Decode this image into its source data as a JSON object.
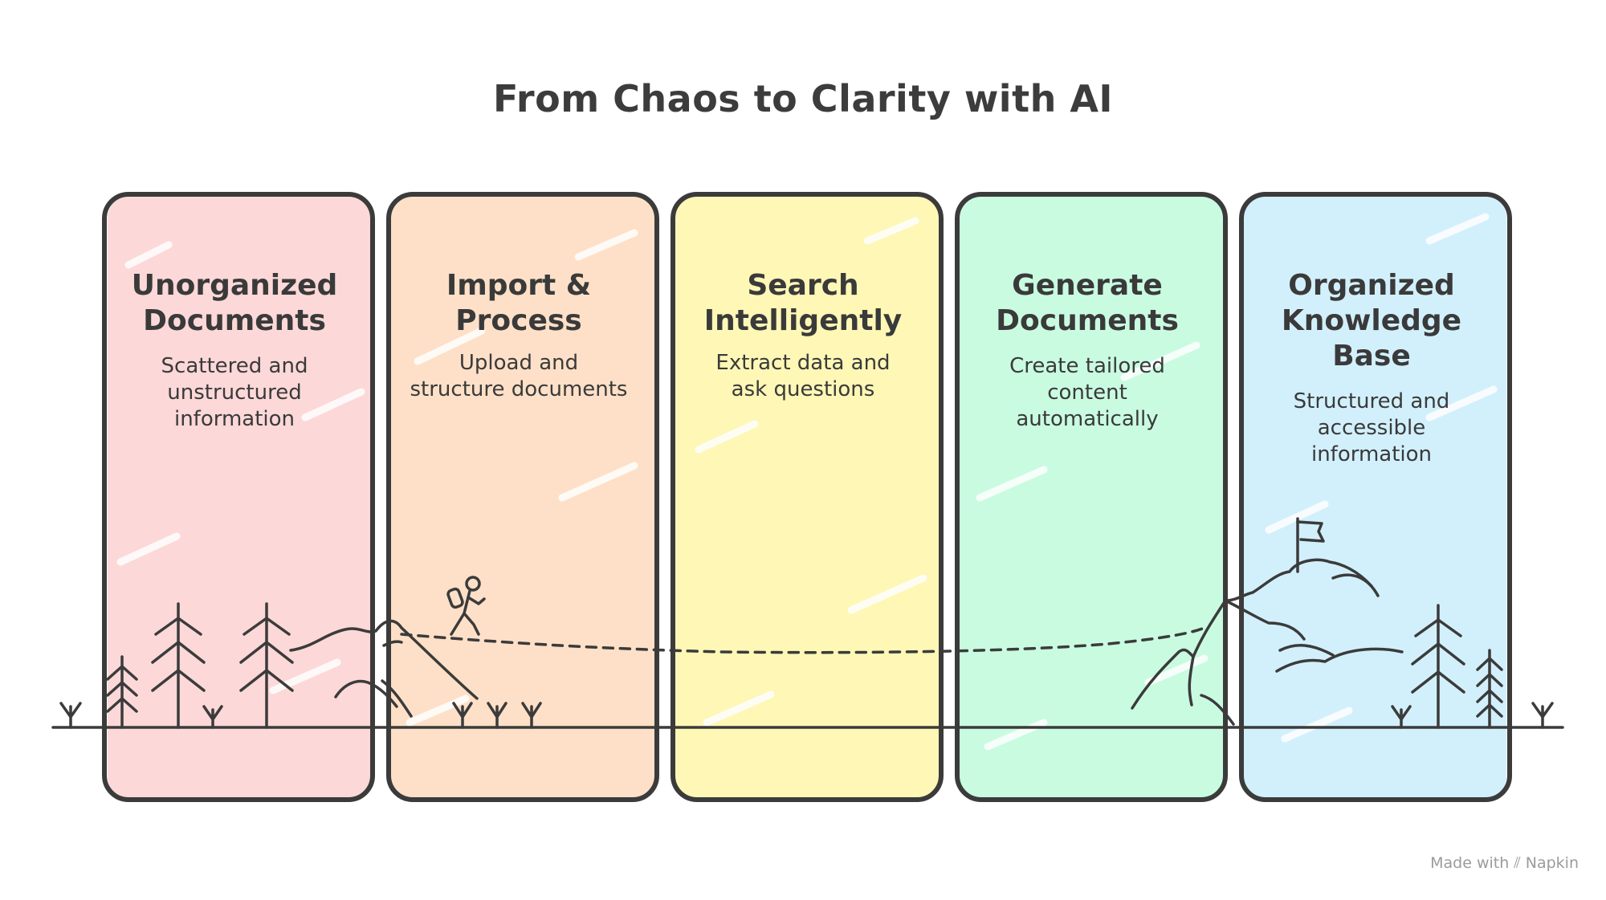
{
  "title": "From Chaos to Clarity with AI",
  "panels": [
    {
      "heading_lines": [
        "Unorganized",
        "Documents"
      ],
      "desc_lines": [
        "Scattered and",
        "unstructured",
        "information"
      ],
      "fill": "#fdd8d8"
    },
    {
      "heading_lines": [
        "Import &",
        "Process"
      ],
      "desc_lines": [
        "Upload and",
        "structure documents"
      ],
      "fill": "#fde0c7"
    },
    {
      "heading_lines": [
        "Search",
        "Intelligently"
      ],
      "desc_lines": [
        "Extract data and",
        "ask questions"
      ],
      "fill": "#fef7b6"
    },
    {
      "heading_lines": [
        "Generate",
        "Documents"
      ],
      "desc_lines": [
        "Create tailored",
        "content",
        "automatically"
      ],
      "fill": "#c9fbe1"
    },
    {
      "heading_lines": [
        "Organized",
        "Knowledge",
        "Base"
      ],
      "desc_lines": [
        "Structured and",
        "accessible",
        "information"
      ],
      "fill": "#d2f0fc"
    }
  ],
  "footer": {
    "prefix": "Made with",
    "brand": "Napkin"
  },
  "colors": {
    "stroke": "#3b3b3b",
    "footer": "#9b9b9b"
  }
}
